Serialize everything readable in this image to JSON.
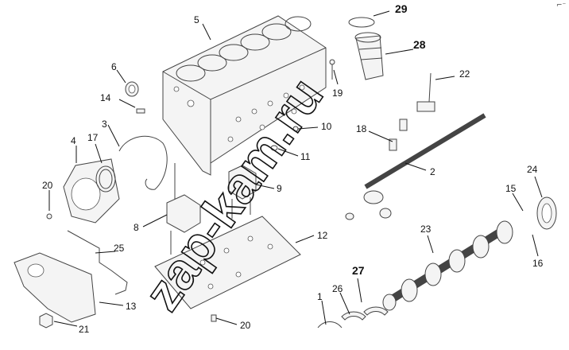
{
  "watermark": "zap-kam.ru",
  "corner_mark": "⌐⁻",
  "callouts": [
    {
      "id": "c1",
      "text": "1"
    },
    {
      "id": "c2",
      "text": "2"
    },
    {
      "id": "c3",
      "text": "3"
    },
    {
      "id": "c4",
      "text": "4"
    },
    {
      "id": "c5",
      "text": "5"
    },
    {
      "id": "c6",
      "text": "6"
    },
    {
      "id": "c8",
      "text": "8"
    },
    {
      "id": "c9",
      "text": "9"
    },
    {
      "id": "c10",
      "text": "10"
    },
    {
      "id": "c11",
      "text": "11"
    },
    {
      "id": "c12",
      "text": "12"
    },
    {
      "id": "c13",
      "text": "13"
    },
    {
      "id": "c14",
      "text": "14"
    },
    {
      "id": "c15",
      "text": "15"
    },
    {
      "id": "c16",
      "text": "16"
    },
    {
      "id": "c17",
      "text": "17"
    },
    {
      "id": "c18",
      "text": "18"
    },
    {
      "id": "c19",
      "text": "19"
    },
    {
      "id": "c20a",
      "text": "20"
    },
    {
      "id": "c20b",
      "text": "20"
    },
    {
      "id": "c21",
      "text": "21"
    },
    {
      "id": "c22",
      "text": "22"
    },
    {
      "id": "c23",
      "text": "23"
    },
    {
      "id": "c24",
      "text": "24"
    },
    {
      "id": "c25",
      "text": "25"
    },
    {
      "id": "c26",
      "text": "26"
    },
    {
      "id": "c27",
      "text": "27"
    },
    {
      "id": "c28",
      "text": "28"
    },
    {
      "id": "c29",
      "text": "29"
    }
  ]
}
